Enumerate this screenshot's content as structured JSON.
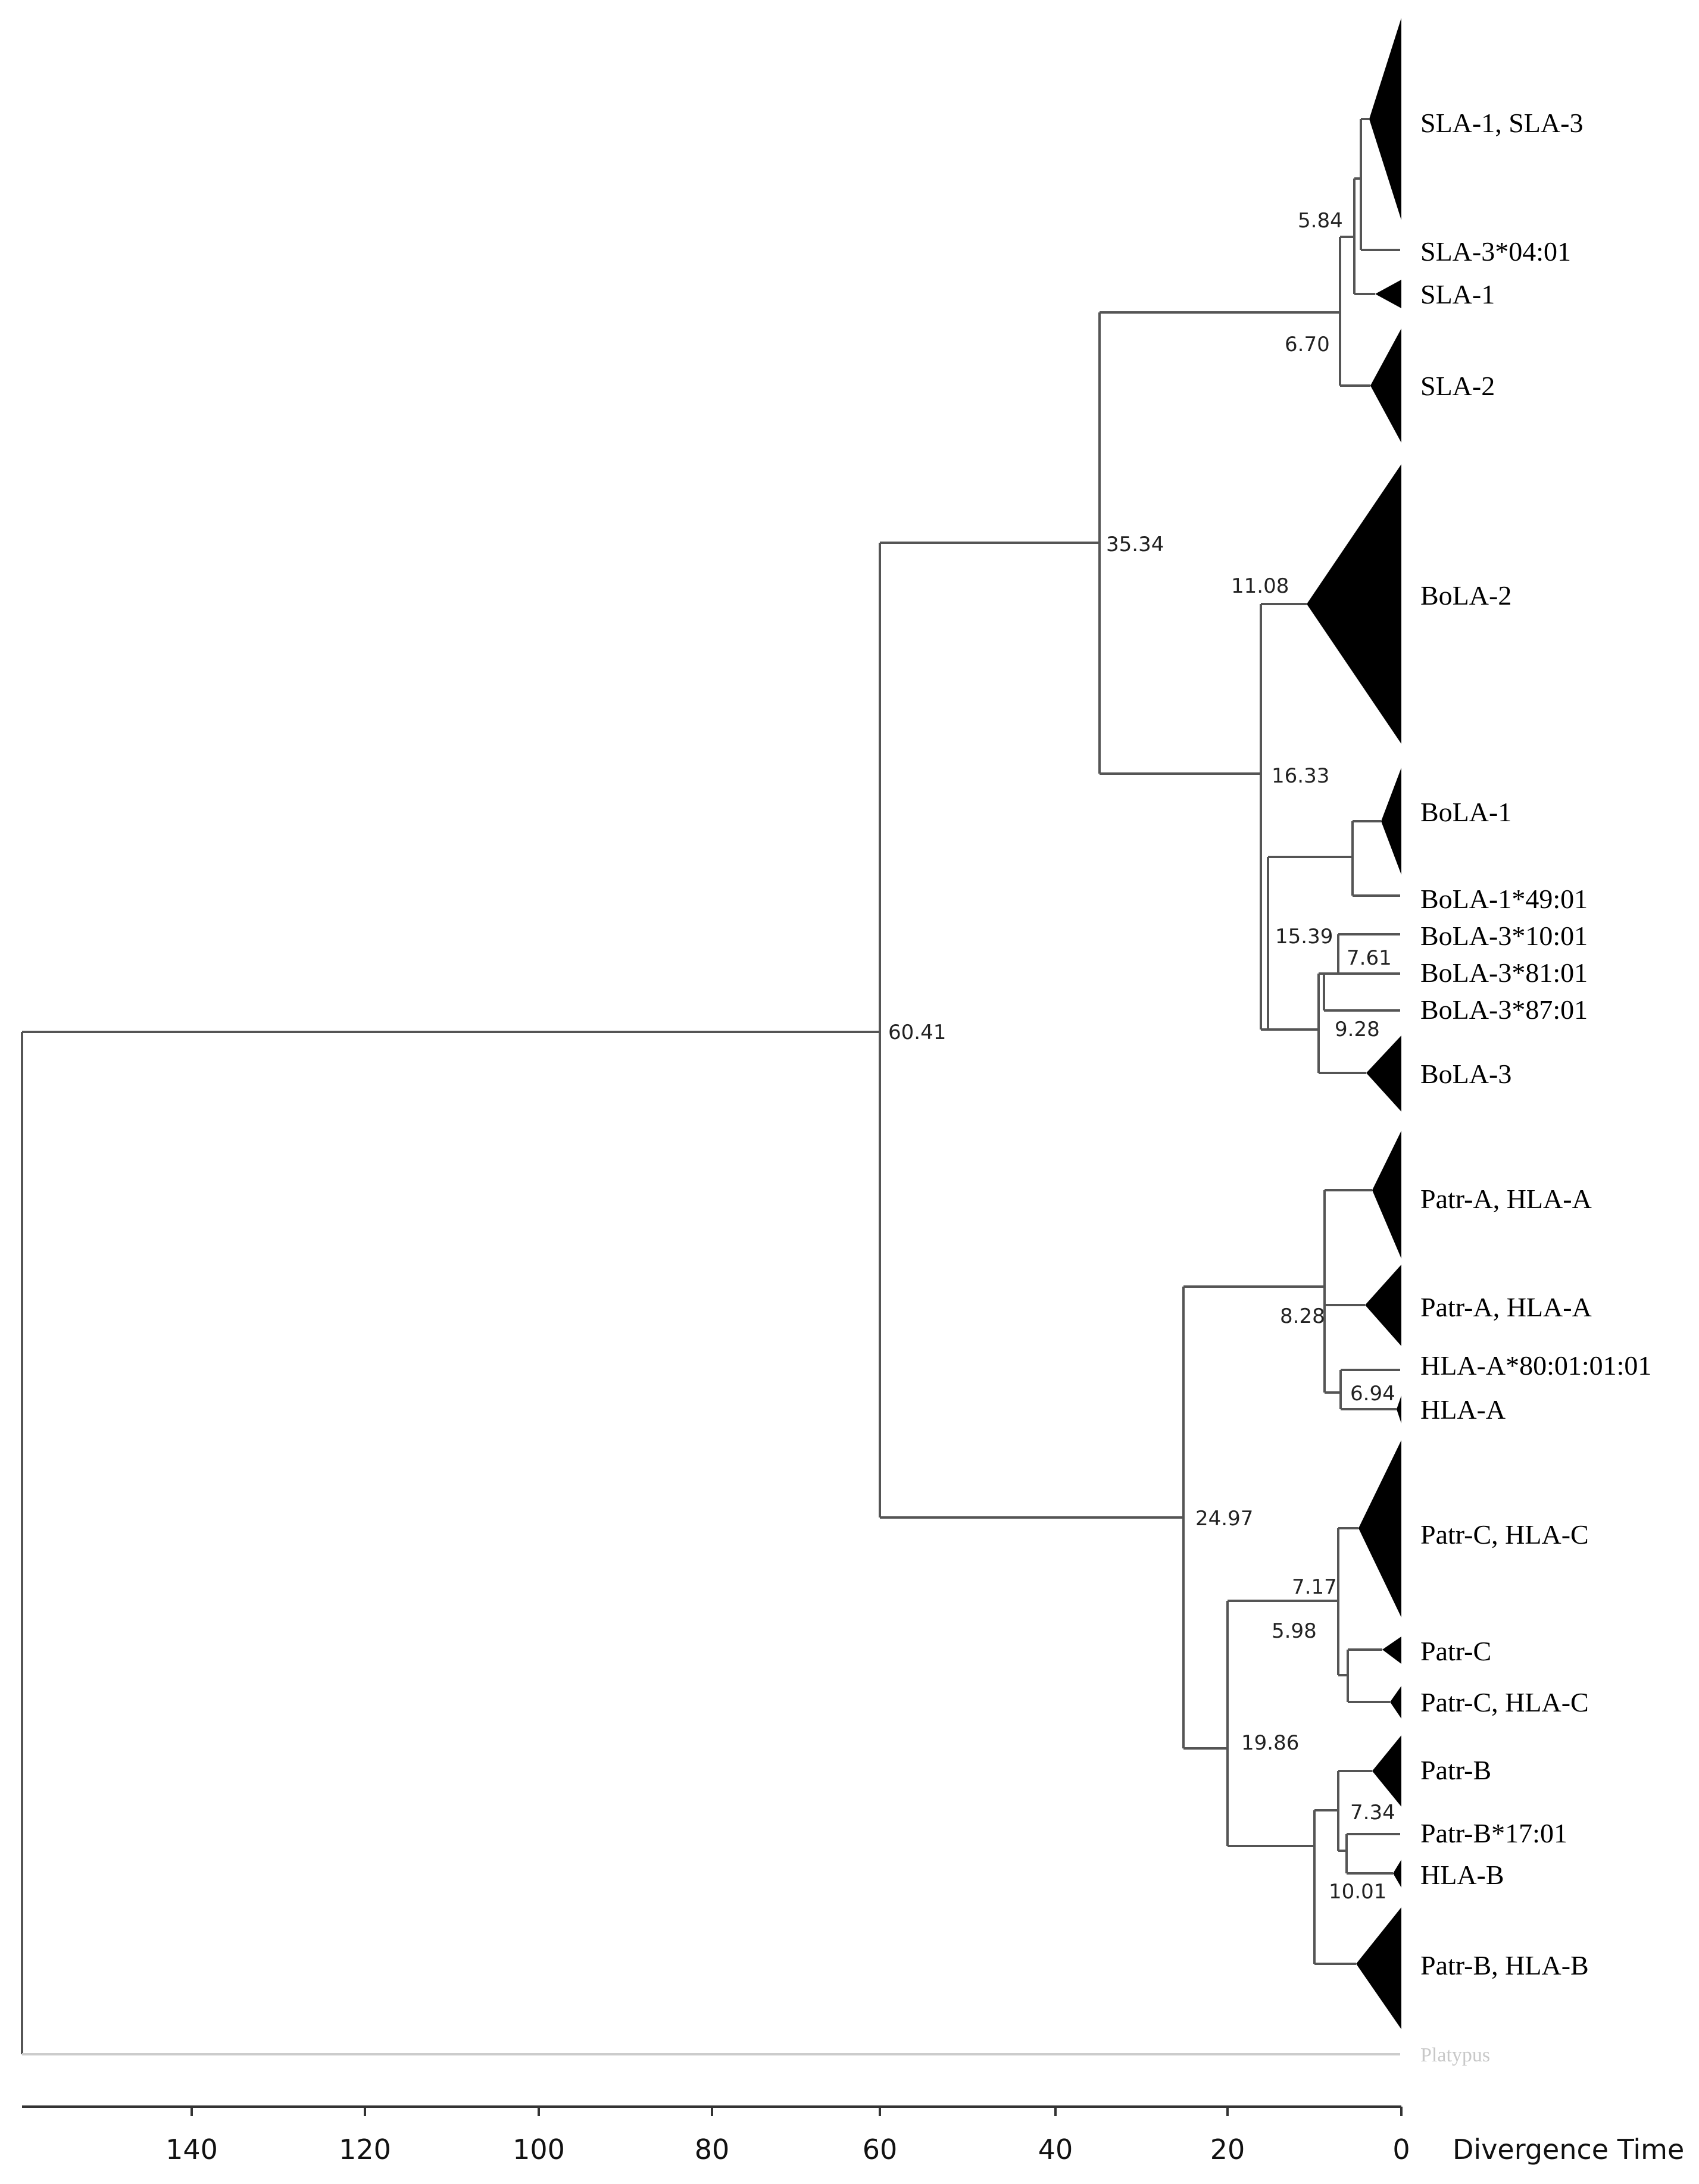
{
  "tips": [
    {
      "label": "SLA-1, SLA-3"
    },
    {
      "label": "SLA-3*04:01"
    },
    {
      "label": "SLA-1"
    },
    {
      "label": "SLA-2"
    },
    {
      "label": "BoLA-2"
    },
    {
      "label": "BoLA-1"
    },
    {
      "label": "BoLA-1*49:01"
    },
    {
      "label": "BoLA-3*10:01"
    },
    {
      "label": "BoLA-3*81:01"
    },
    {
      "label": "BoLA-3*87:01"
    },
    {
      "label": "BoLA-3"
    },
    {
      "label": "Patr-A, HLA-A"
    },
    {
      "label": "Patr-A, HLA-A"
    },
    {
      "label": "HLA-A*80:01:01:01"
    },
    {
      "label": "HLA-A"
    },
    {
      "label": "Patr-C, HLA-C"
    },
    {
      "label": "Patr-C"
    },
    {
      "label": "Patr-C, HLA-C"
    },
    {
      "label": "Patr-B"
    },
    {
      "label": "Patr-B*17:01"
    },
    {
      "label": "HLA-B"
    },
    {
      "label": "Patr-B, HLA-B"
    },
    {
      "label": "Platypus"
    }
  ],
  "node_ages": [
    {
      "value": "60.41"
    },
    {
      "value": "35.34"
    },
    {
      "value": "6.70"
    },
    {
      "value": "5.84"
    },
    {
      "value": "16.33"
    },
    {
      "value": "11.08"
    },
    {
      "value": "15.39"
    },
    {
      "value": "9.28"
    },
    {
      "value": "7.61"
    },
    {
      "value": "24.97"
    },
    {
      "value": "8.28"
    },
    {
      "value": "6.94"
    },
    {
      "value": "19.86"
    },
    {
      "value": "7.17"
    },
    {
      "value": "5.98"
    },
    {
      "value": "10.01"
    },
    {
      "value": "7.34"
    }
  ],
  "axis": {
    "title": "Divergence Time",
    "ticks": [
      "140",
      "120",
      "100",
      "80",
      "60",
      "40",
      "20",
      "0"
    ]
  },
  "colors": {
    "line": "#555555",
    "clade": "#000000",
    "faint": "#cccccc"
  }
}
